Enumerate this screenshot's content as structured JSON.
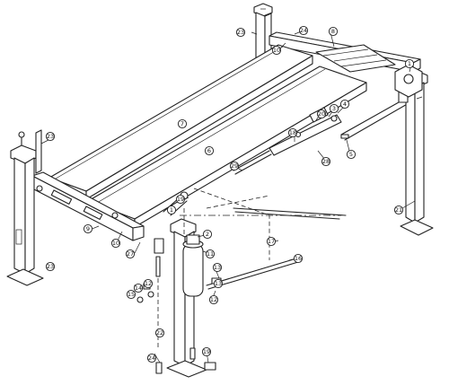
{
  "callouts": [
    {
      "id": "c1",
      "label": "1"
    },
    {
      "id": "c1b",
      "label": "1"
    },
    {
      "id": "c2",
      "label": "2"
    },
    {
      "id": "c3",
      "label": "3"
    },
    {
      "id": "c4",
      "label": "4"
    },
    {
      "id": "c5",
      "label": "5"
    },
    {
      "id": "c6",
      "label": "6"
    },
    {
      "id": "c7",
      "label": "7"
    },
    {
      "id": "c8",
      "label": "8"
    },
    {
      "id": "c9",
      "label": "9"
    },
    {
      "id": "c10",
      "label": "10"
    },
    {
      "id": "c10b",
      "label": "10"
    },
    {
      "id": "c11",
      "label": "11"
    },
    {
      "id": "c12",
      "label": "12"
    },
    {
      "id": "c12b",
      "label": "12"
    },
    {
      "id": "c13",
      "label": "13"
    },
    {
      "id": "c13b",
      "label": "13"
    },
    {
      "id": "c14",
      "label": "14"
    },
    {
      "id": "c15",
      "label": "15"
    },
    {
      "id": "c16",
      "label": "16"
    },
    {
      "id": "c17",
      "label": "17"
    },
    {
      "id": "c18",
      "label": "18"
    },
    {
      "id": "c19",
      "label": "19"
    },
    {
      "id": "c20",
      "label": "20"
    },
    {
      "id": "c21",
      "label": "21"
    },
    {
      "id": "c22",
      "label": "22"
    },
    {
      "id": "c23",
      "label": "23"
    },
    {
      "id": "c23b",
      "label": "23"
    },
    {
      "id": "c24",
      "label": "24"
    },
    {
      "id": "c24b",
      "label": "24"
    },
    {
      "id": "c25",
      "label": "25"
    },
    {
      "id": "c26",
      "label": "26"
    },
    {
      "id": "c27",
      "label": "27"
    },
    {
      "id": "c28",
      "label": "28"
    },
    {
      "id": "c29",
      "label": "29"
    }
  ]
}
